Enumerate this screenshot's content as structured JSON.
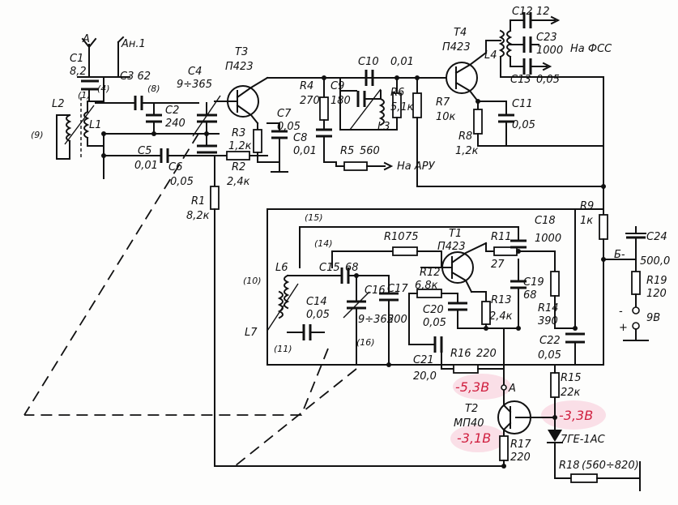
{
  "labels": {
    "ant_a": "A",
    "ant1": "Ан.1",
    "c1": "C1",
    "c1_val": "8,2",
    "n4": "(4)",
    "n1": "(1)",
    "l2": "L2",
    "l1": "L1",
    "n9": "(9)",
    "c3": "C3 62",
    "n8": "(8)",
    "c2": "C2",
    "c2_val": "240",
    "c4": "C4",
    "c4_val": "9÷365",
    "c5": "C5",
    "c5_val": "0,01",
    "c6": "C6",
    "c6_val": "0,05",
    "t3": "T3",
    "t3_type": "П423",
    "r3": "R3",
    "r3_val": "1,2к",
    "r2": "R2",
    "r2_val": "2,4к",
    "r1": "R1",
    "r1_val": "8,2к",
    "c7": "C7",
    "c7_val": "0,05",
    "c8": "C8",
    "c8_val": "0,01",
    "r4": "R4",
    "r4_val": "270",
    "c9": "C9",
    "c9_val": "180",
    "c10": "C10",
    "c10_val": "0,01",
    "l3": "L3",
    "r6": "R6",
    "r6_val": "5,1к",
    "r7": "R7",
    "r7_val": "10к",
    "r5": "R5",
    "r5_val": "560",
    "agc": "На АРУ",
    "t4": "T4",
    "t4_type": "П423",
    "l4": "L4",
    "r8": "R8",
    "r8_val": "1,2к",
    "c11": "C11",
    "c11_val": "0,05",
    "c12": "C12",
    "c12_val": "12",
    "c23": "C23",
    "c23_val": "1000",
    "fss": "На ФСС",
    "c13": "C13",
    "c13_val": "0,05",
    "r9": "R9",
    "r9_val": "1к",
    "c24": "C24",
    "c24_val": "500,0",
    "b_minus": "Б-",
    "r19": "R19",
    "r19_val": "120",
    "minus": "-",
    "plus": "+",
    "v9": "9В",
    "t1": "T1",
    "t1_type": "П423",
    "n15": "(15)",
    "n14": "(14)",
    "r10": "R10",
    "r10_val": "75",
    "r11": "R11",
    "r11_val": "27",
    "c18": "C18",
    "c18_val": "1000",
    "c19": "C19",
    "c19_val": "68",
    "r14": "R14",
    "r14_val": "390",
    "c22": "C22",
    "c22_val": "0,05",
    "r12": "R12",
    "r12_val": "6,8к",
    "c20": "C20",
    "c20_val": "0,05",
    "r13": "R13",
    "r13_val": "2,4к",
    "c21": "C21",
    "c21_val": "20,0",
    "r16": "R16",
    "r16_val": "220",
    "n10": "(10)",
    "l6": "L6",
    "l7": "L7",
    "n11": "(11)",
    "c15": "C15",
    "c15_val": "68",
    "c14": "C14",
    "c14_val": "0,05",
    "c16": "C16",
    "c16_val": "9÷365",
    "c17": "C17",
    "c17_val": "200",
    "n16": "(16)",
    "volt_a": "-5,3В",
    "point_a": "A",
    "t2": "T2",
    "t2_type": "МП40",
    "volt_e": "-3,1В",
    "volt_d": "-3,3В",
    "r15": "R15",
    "r15_val": "22к",
    "diode": "7ГЕ-1АС",
    "r17": "R17",
    "r17_val": "220",
    "r18": "R18",
    "r18_val": "(560÷820)"
  },
  "colors": {
    "ink": "#111111",
    "annotation": "#d02040",
    "highlight": "#f7c6d6"
  }
}
